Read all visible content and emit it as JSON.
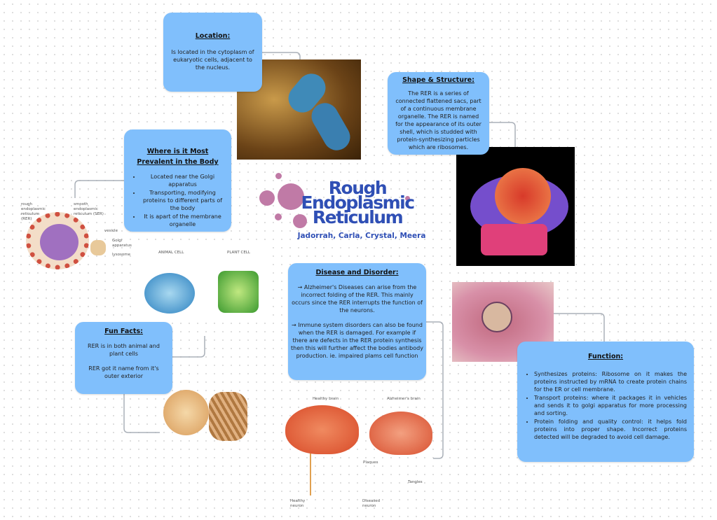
{
  "title": {
    "line1": "Rough",
    "line2": "Endoplasmic",
    "line3": "Reticulum",
    "authors": "Jadorrah, Carla, Crystal, Meera"
  },
  "location": {
    "heading": "Location:",
    "text": "Is located in the cytoplasm of eukaryotic cells, adjacent to the nucleus."
  },
  "shape": {
    "heading": "Shape & Structure:",
    "text": "The RER is a series of connected flattened sacs, part of a continuous membrane organelle. The RER is named for the appearance of its outer shell, which is studded with protein-synthesizing particles which are ribosomes."
  },
  "prevalent": {
    "heading": "Where is it Most Prevalent in the Body",
    "items": [
      "Located near the Golgi apparatus",
      "Transporting, modifying proteins to different parts of the body",
      "It is apart of the membrane organelle"
    ]
  },
  "fun_facts": {
    "heading": "Fun Facts:",
    "p1": "RER is in both animal and plant cells",
    "p2": "RER got it name from it's outer exterior"
  },
  "disease": {
    "heading": "Disease and Disorder:",
    "p1": "→ Alzheimer's Diseases can arise from the incorrect folding of the RER. This mainly occurs since the RER interrupts the function of the neurons.",
    "p2": "→ Immune system disorders can also be found when the RER is damaged. For example if there are defects in the RER protein synthesis then this will further affect the bodies antibody production. ie. impaired plams cell function"
  },
  "function": {
    "heading": "Function:",
    "items": [
      "Synthesizes proteins: Ribosome on it makes the proteins instructed by mRNA  to create protein chains for the ER or cell membrane.",
      "Transport proteins: where it packages it in vehicles and sends it to golgi apparatus for more processing and sorting.",
      "Protein folding and quality control: it helps fold proteins into proper shape. Incorrect proteins detected will be degraded to avoid cell damage."
    ]
  },
  "diagram_labels": {
    "rer": "rough endoplasmic reticulum (RER)",
    "ser": "smooth endoplasmic reticulum (SER)",
    "vesicle": "vesicle",
    "golgi": "Golgi apparatus",
    "lysosome": "lysosome"
  },
  "cells_labels": {
    "animal": "ANIMAL CELL",
    "plant": "PLANT CELL"
  },
  "brain_labels": {
    "healthy": "Healthy brain",
    "alz": "Alzheimer's brain",
    "plaques": "Plaques",
    "tangles": "Tangles",
    "healthy_neuron": "Healthy neuron",
    "diseased_neuron": "Diseased neuron"
  },
  "colors": {
    "card": "#80bffc",
    "title": "#2f4fb5",
    "bubble": "#c07aa6"
  }
}
